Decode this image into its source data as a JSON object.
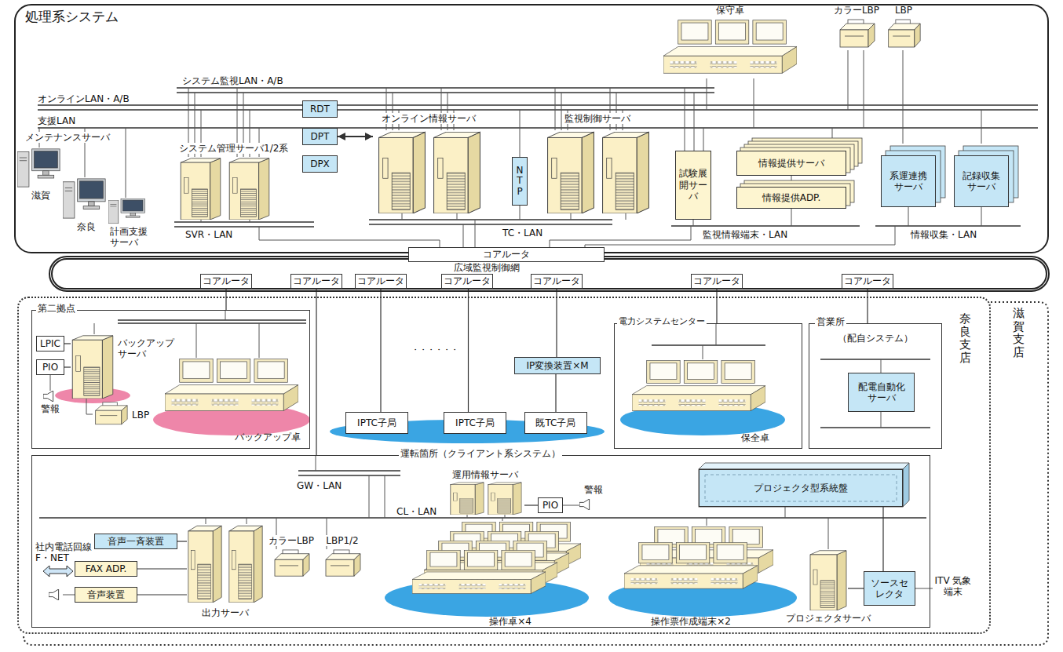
{
  "diagram": {
    "nodes": [
      {
        "text": [
          "処理系システム"
        ]
      },
      {
        "text": [
          "保守卓"
        ],
        "in": 0
      },
      {
        "text": [
          "カラーLBP"
        ],
        "in": 0
      },
      {
        "text": [
          "LBP"
        ],
        "in": 0
      },
      {
        "text": [
          "システム管理サーバ1/2系"
        ],
        "in": 0
      },
      {
        "text": [
          "RDT"
        ],
        "in": 0
      },
      {
        "text": [
          "DPT"
        ],
        "in": 0
      },
      {
        "text": [
          "DPX"
        ],
        "in": 0
      },
      {
        "text": [
          "オンライン情報サーバ"
        ],
        "in": 0
      },
      {
        "text": [
          "NTP"
        ],
        "in": 0
      },
      {
        "text": [
          "監視制御サーバ"
        ],
        "in": 0
      },
      {
        "text": [
          "試験展開サーバ"
        ],
        "in": 0
      },
      {
        "text": [
          "情報提供サーバ"
        ],
        "in": 0
      },
      {
        "text": [
          "情報提供ADP."
        ],
        "in": 0
      },
      {
        "text": [
          "系運連携サーバ"
        ],
        "in": 0
      },
      {
        "text": [
          "記録収集サーバ"
        ],
        "in": 0
      },
      {
        "text": [
          "広域監視制御網"
        ]
      },
      {
        "text": [
          "コアルータ"
        ],
        "in": 16
      },
      {
        "text": [
          "コアルータ"
        ],
        "in": 16
      },
      {
        "text": [
          "コアルータ"
        ],
        "in": 16
      },
      {
        "text": [
          "コアルータ"
        ],
        "in": 16
      },
      {
        "text": [
          "コアルータ"
        ],
        "in": 16
      },
      {
        "text": [
          "コアルータ"
        ],
        "in": 16
      },
      {
        "text": [
          "コアルータ"
        ],
        "in": 16
      },
      {
        "text": [
          "コアルータ"
        ],
        "in": 16
      },
      {
        "text": [
          "滋賀支店"
        ]
      },
      {
        "text": [
          "奈良支店"
        ]
      },
      {
        "text": [
          "第二拠点"
        ],
        "in": 26
      },
      {
        "text": [
          "LPIC"
        ],
        "in": 27
      },
      {
        "text": [
          "PIO"
        ],
        "in": 27
      },
      {
        "text": [
          "バックアップサーバ"
        ],
        "in": 27
      },
      {
        "text": [
          "LBP"
        ],
        "in": 27
      },
      {
        "text": [
          "バックアップ卓"
        ],
        "in": 27
      },
      {
        "text": [
          "IPTC子局"
        ],
        "in": 26
      },
      {
        "text": [
          "IPTC子局"
        ],
        "in": 26
      },
      {
        "text": [
          "IP変換装置×M"
        ],
        "in": 26
      },
      {
        "text": [
          "既TC子局"
        ],
        "in": 26
      },
      {
        "text": [
          "電力システムセンター"
        ],
        "in": 26
      },
      {
        "text": [
          "保全卓"
        ],
        "in": 37
      },
      {
        "text": [
          "営業所",
          "（配自システム）"
        ],
        "in": 26
      },
      {
        "text": [
          "配電自動化サーバ"
        ],
        "in": 39
      },
      {
        "text": [
          "運転箇所（クライアント系システム）"
        ],
        "in": 26
      },
      {
        "text": [
          "運用情報サーバ"
        ],
        "in": 41
      },
      {
        "text": [
          "PIO"
        ],
        "in": 41
      },
      {
        "text": [
          "プロジェクタ型系統盤"
        ],
        "in": 41
      },
      {
        "text": [
          "音声一斉装置"
        ],
        "in": 41
      },
      {
        "text": [
          "FAX ADP."
        ],
        "in": 41
      },
      {
        "text": [
          "音声装置"
        ],
        "in": 41
      },
      {
        "text": [
          "出力サーバ"
        ],
        "in": 41
      },
      {
        "text": [
          "カラーLBP"
        ],
        "in": 41
      },
      {
        "text": [
          "LBP1/2"
        ],
        "in": 41
      },
      {
        "text": [
          "操作卓×4"
        ],
        "in": 41
      },
      {
        "text": [
          "操作票作成端末×2"
        ],
        "in": 41
      },
      {
        "text": [
          "プロジェクタサーバ"
        ],
        "in": 41
      },
      {
        "text": [
          "ソースセレクタ"
        ],
        "in": 41
      }
    ],
    "edges": [
      {
        "from": 6,
        "to": 8,
        "arrow": "both"
      },
      {
        "from": 18,
        "to": 27,
        "arrow": "none"
      },
      {
        "from": 19,
        "to": 41,
        "arrow": "none"
      },
      {
        "from": 20,
        "to": 33,
        "arrow": "none"
      },
      {
        "from": 21,
        "to": 34,
        "arrow": "none"
      },
      {
        "from": 22,
        "to": 35,
        "arrow": "none"
      },
      {
        "from": 35,
        "to": 36,
        "arrow": "none"
      },
      {
        "from": 23,
        "to": 37,
        "arrow": "none"
      },
      {
        "from": 24,
        "to": 39,
        "arrow": "none"
      },
      {
        "from": 48,
        "to": 45,
        "arrow": "none"
      },
      {
        "from": 48,
        "to": 46,
        "arrow": "none"
      },
      {
        "from": 48,
        "to": 47,
        "arrow": "none"
      },
      {
        "from": 53,
        "to": 54,
        "arrow": "none"
      },
      {
        "from": 54,
        "to": 44,
        "arrow": "none"
      },
      {
        "from": 42,
        "to": 43,
        "arrow": "none"
      },
      {
        "from": 29,
        "to": 30,
        "arrow": "none"
      },
      {
        "from": 28,
        "to": 30,
        "arrow": "none"
      }
    ],
    "labels": [
      "システム監視LAN・A/B",
      "オンラインLAN・A/B",
      "支援LAN",
      "メンテナンスサーバ",
      "滋賀",
      "奈良",
      "計画支援サーバ",
      "SVR・LAN",
      "TC・LAN",
      "監視情報端末・LAN",
      "情報収集・LAN",
      "警報",
      "・・・・・・",
      "GW・LAN",
      "警報",
      "CL・LAN",
      "社内電話回線 F・NET",
      "ITV 気象端末"
    ]
  }
}
